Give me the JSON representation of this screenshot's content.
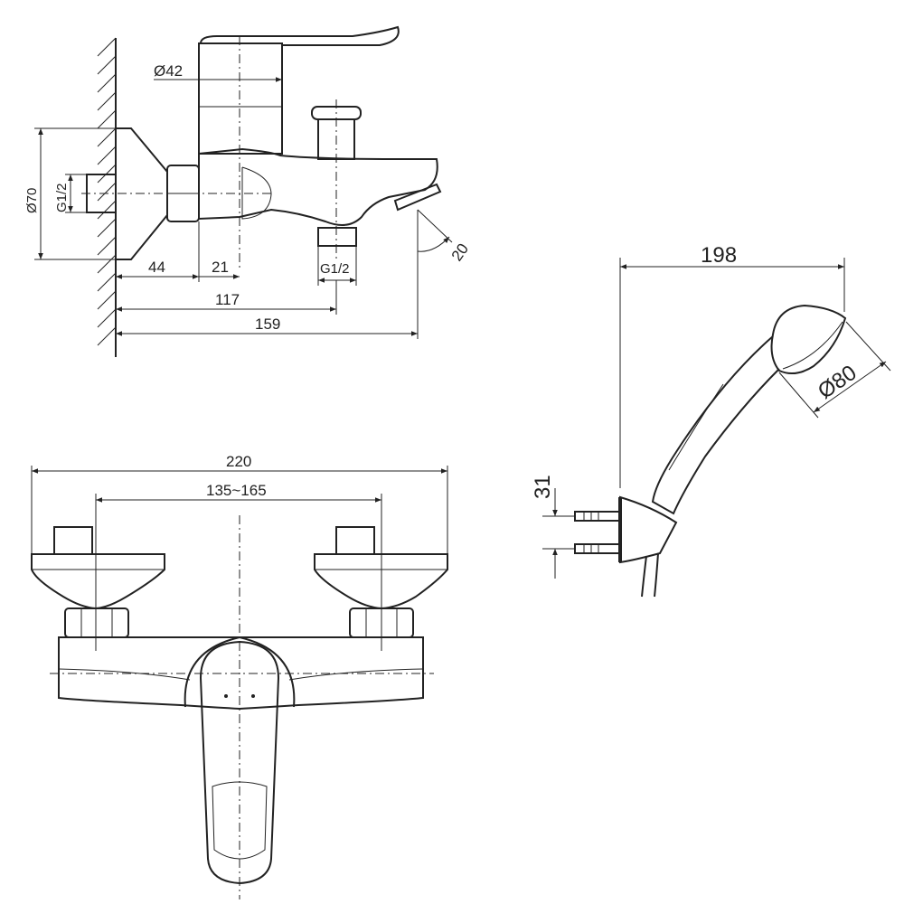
{
  "side_view": {
    "dim_diameter_top": "Ø42",
    "dim_diameter_flange": "Ø70",
    "dim_thread_inlet": "G1/2",
    "dim_thread_outlet": "G1/2",
    "dim_44": "44",
    "dim_21": "21",
    "dim_117": "117",
    "dim_159": "159",
    "dim_angle_20": "20"
  },
  "front_view": {
    "dim_overall_width": "220",
    "dim_center_range": "135~165"
  },
  "shower_view": {
    "dim_length": "198",
    "dim_head_diameter": "Ø80",
    "dim_holder_spacing": "31"
  }
}
